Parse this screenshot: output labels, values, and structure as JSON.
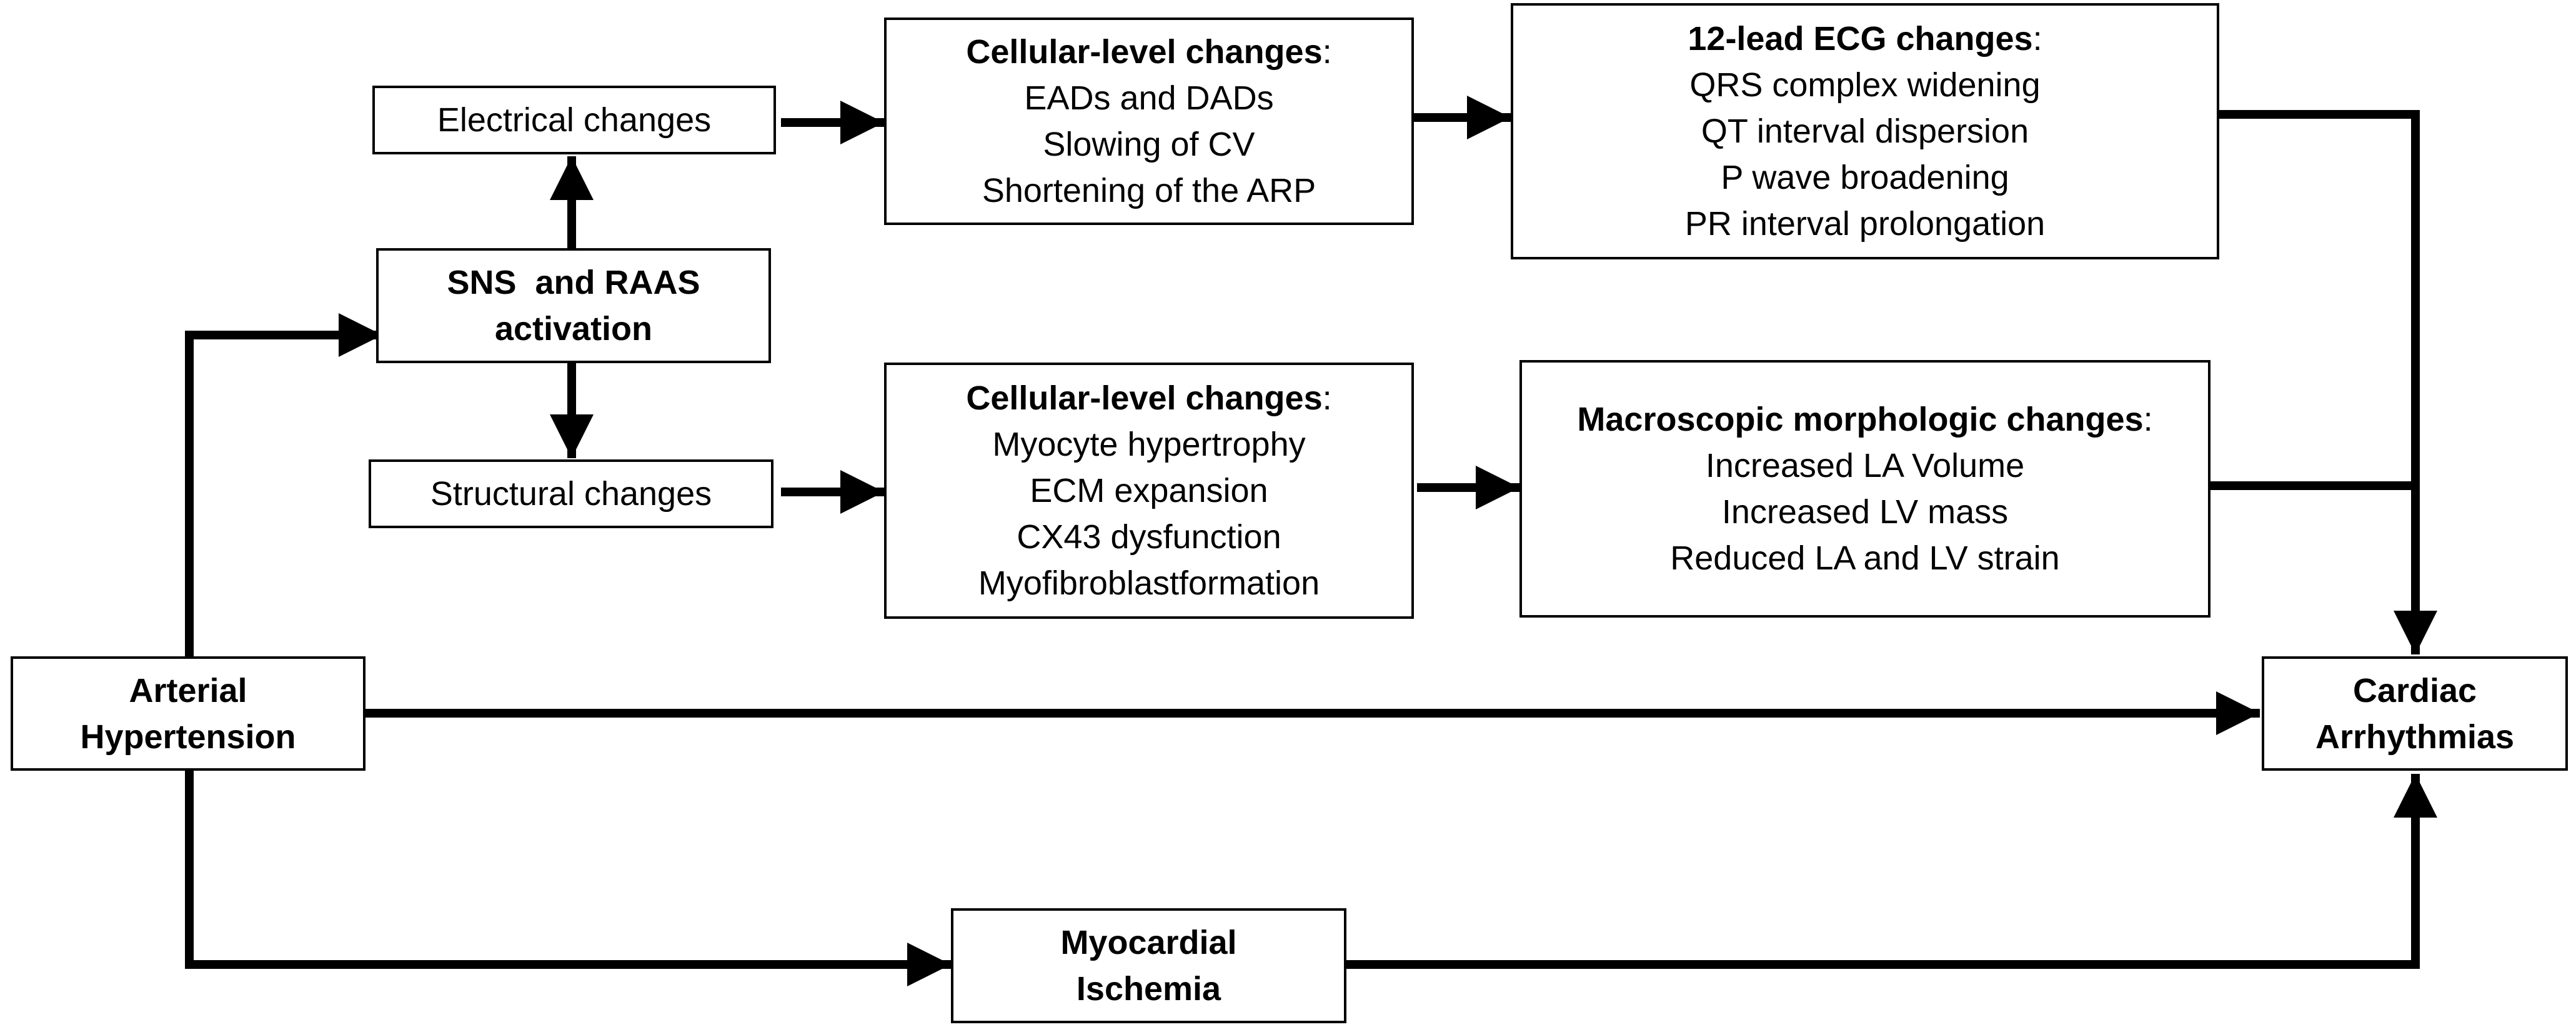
{
  "boxes": {
    "electrical": {
      "label": "Electrical changes"
    },
    "structural": {
      "label": "Structural changes"
    },
    "sns_raas": {
      "lines": [
        "SNS  and RAAS",
        "activation"
      ]
    },
    "arterial": {
      "lines": [
        "Arterial",
        "Hypertension"
      ]
    },
    "cardiac": {
      "lines": [
        "Cardiac",
        "Arrhythmias"
      ]
    },
    "ischemia": {
      "lines": [
        "Myocardial",
        "Ischemia"
      ]
    },
    "cell_electrical": {
      "title": "Cellular-level changes",
      "colon": ":",
      "items": [
        "EADs and DADs",
        "Slowing of CV",
        "Shortening of the ARP"
      ]
    },
    "cell_structural": {
      "title": "Cellular-level changes",
      "colon": ":",
      "items": [
        "Myocyte hypertrophy",
        "ECM expansion",
        "CX43 dysfunction",
        "Myofibroblastformation"
      ]
    },
    "ecg": {
      "title": "12-lead ECG changes",
      "colon": ":",
      "items": [
        "QRS complex widening",
        "QT interval dispersion",
        "P wave broadening",
        "PR interval prolongation"
      ]
    },
    "macro": {
      "title": "Macroscopic morphologic changes",
      "colon": ":",
      "items": [
        "Increased LA Volume",
        "Increased LV mass",
        "Reduced LA and LV strain"
      ]
    }
  }
}
